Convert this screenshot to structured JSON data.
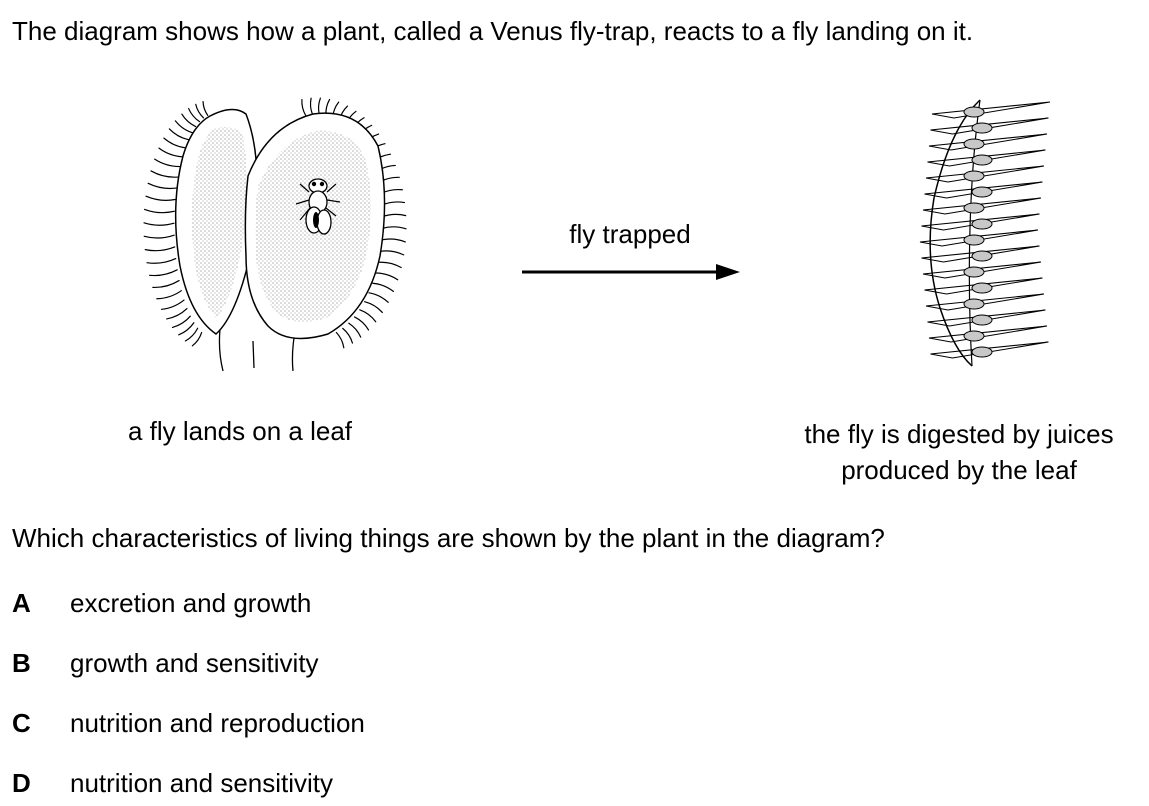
{
  "intro_text": "The diagram shows how a plant, called a Venus fly-trap, reacts to a fly landing on it.",
  "diagram": {
    "arrow_label": "fly trapped",
    "caption_left": "a fly lands on a leaf",
    "caption_right_line1": "the fly is digested by juices",
    "caption_right_line2": "produced by the leaf",
    "icons": [
      "open-venus-flytrap-icon",
      "fly-icon",
      "closed-venus-flytrap-icon",
      "right-arrow-icon"
    ]
  },
  "question": "Which characteristics of living things are shown by the plant in the diagram?",
  "options": [
    {
      "letter": "A",
      "text": "excretion and growth"
    },
    {
      "letter": "B",
      "text": "growth and sensitivity"
    },
    {
      "letter": "C",
      "text": "nutrition and reproduction"
    },
    {
      "letter": "D",
      "text": "nutrition and sensitivity"
    }
  ]
}
